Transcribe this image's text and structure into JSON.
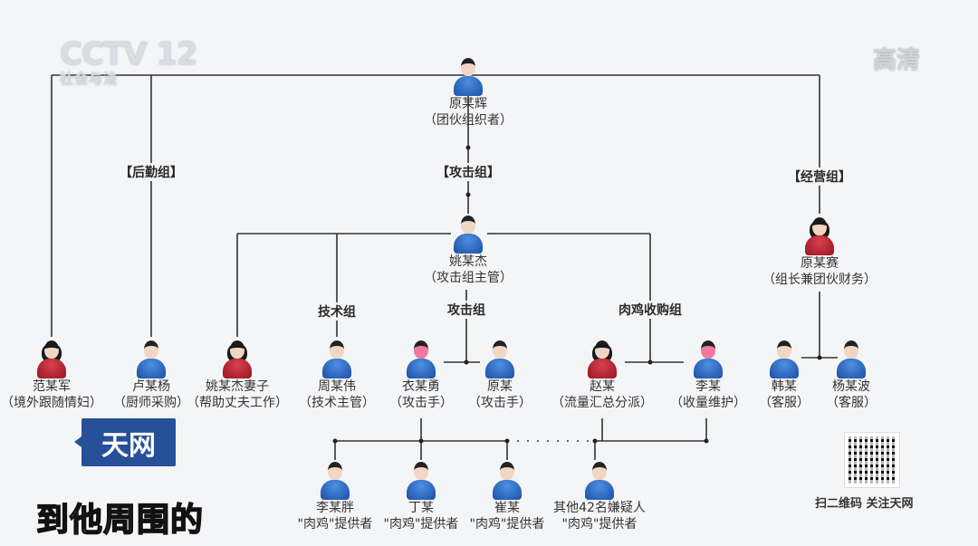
{
  "overlay": {
    "channel_logo": "CCTV 12",
    "channel_sub": "社会与法",
    "hd_badge": "高清",
    "program_badge": "天网",
    "qr_caption": "扫二维码 关注天网",
    "subtitle": "到他周围的"
  },
  "groups": {
    "logistics": "【后勤组】",
    "attack_top": "【攻击组】",
    "business": "【经营组】",
    "tech": "技术组",
    "attack": "攻击组",
    "zombie": "肉鸡收购组"
  },
  "people": {
    "leader": {
      "name": "原某辉",
      "role": "（团伙组织者）"
    },
    "attack_head": {
      "name": "姚某杰",
      "role": "（攻击组主管）"
    },
    "biz_head": {
      "name": "原某赛",
      "role": "（组长兼团伙财务）"
    },
    "fan": {
      "name": "范某军",
      "role": "（境外跟随情妇）"
    },
    "lu": {
      "name": "卢某杨",
      "role": "（厨师采购）"
    },
    "wife": {
      "name": "姚某杰妻子",
      "role": "（帮助丈夫工作）"
    },
    "zhou": {
      "name": "周某伟",
      "role": "（技术主管）"
    },
    "yi": {
      "name": "衣某勇",
      "role": "（攻击手）"
    },
    "yuan": {
      "name": "原某",
      "role": "（攻击手）"
    },
    "zhao": {
      "name": "赵某",
      "role": "（流量汇总分派）"
    },
    "li": {
      "name": "李某",
      "role": "（收量维护）"
    },
    "han": {
      "name": "韩某",
      "role": "（客服）"
    },
    "yang": {
      "name": "杨某波",
      "role": "（客服）"
    },
    "lipang": {
      "name": "李某胖",
      "role": "\"肉鸡\"提供者"
    },
    "p2": {
      "name": "丁某",
      "role": "\"肉鸡\"提供者"
    },
    "p3": {
      "name": "崔某",
      "role": "\"肉鸡\"提供者"
    },
    "others": {
      "name": "其他42名嫌疑人",
      "role": "\"肉鸡\"提供者"
    }
  }
}
